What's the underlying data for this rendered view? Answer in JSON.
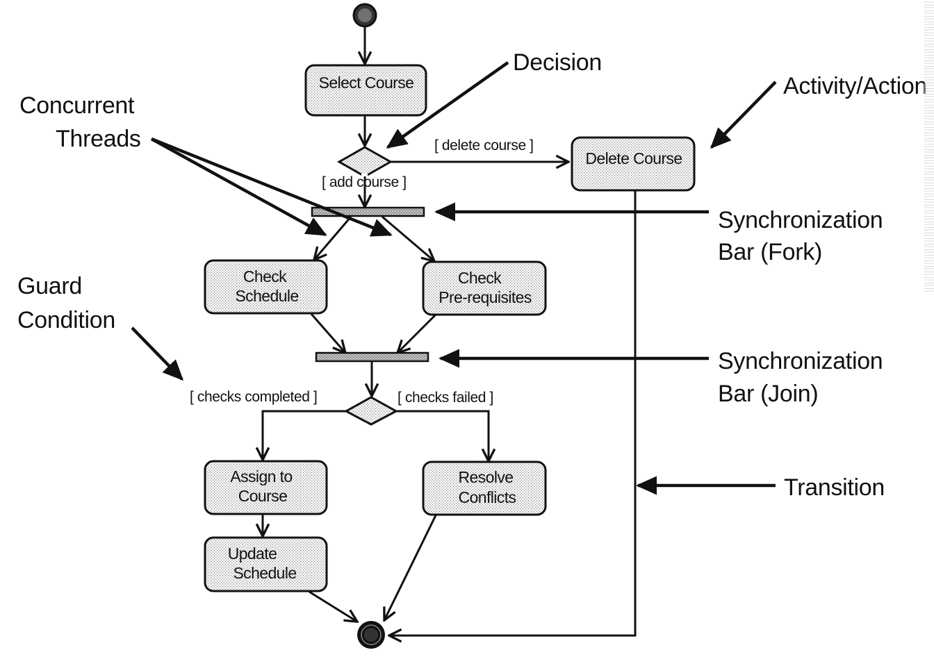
{
  "diagram": {
    "type": "UML Activity Diagram",
    "start_node": "initial-state",
    "end_node": "final-state",
    "activities": [
      {
        "id": "select",
        "lines": [
          "Select Course"
        ]
      },
      {
        "id": "delete",
        "lines": [
          "Delete Course"
        ]
      },
      {
        "id": "check_schedule",
        "lines": [
          "Check",
          "Schedule"
        ]
      },
      {
        "id": "check_prereq",
        "lines": [
          "Check",
          "Pre-requisites"
        ]
      },
      {
        "id": "assign",
        "lines": [
          "Assign to",
          "Course"
        ]
      },
      {
        "id": "resolve",
        "lines": [
          "Resolve",
          "Conflicts"
        ]
      },
      {
        "id": "update",
        "lines": [
          "Update",
          "Schedule"
        ]
      }
    ],
    "decisions": [
      {
        "id": "decision1"
      },
      {
        "id": "decision2"
      }
    ],
    "sync_bars": [
      {
        "id": "fork",
        "kind": "fork"
      },
      {
        "id": "join",
        "kind": "join"
      }
    ],
    "guards": {
      "delete_course": "[ delete course ]",
      "add_course": "[ add course ]",
      "checks_completed": "[ checks completed ]",
      "checks_failed": "[ checks failed ]"
    },
    "transitions": [
      [
        "initial",
        "select"
      ],
      [
        "select",
        "decision1"
      ],
      [
        "decision1",
        "delete",
        "[ delete course ]"
      ],
      [
        "decision1",
        "fork",
        "[ add course ]"
      ],
      [
        "fork",
        "check_schedule"
      ],
      [
        "fork",
        "check_prereq"
      ],
      [
        "check_schedule",
        "join"
      ],
      [
        "check_prereq",
        "join"
      ],
      [
        "join",
        "decision2"
      ],
      [
        "decision2",
        "assign",
        "[ checks completed ]"
      ],
      [
        "decision2",
        "resolve",
        "[ checks failed ]"
      ],
      [
        "assign",
        "update"
      ],
      [
        "update",
        "final"
      ],
      [
        "resolve",
        "final"
      ],
      [
        "delete",
        "final"
      ]
    ]
  },
  "callouts": {
    "decision": [
      "Decision"
    ],
    "activity_action": [
      "Activity/Action"
    ],
    "concurrent_threads": [
      "Concurrent",
      "Threads"
    ],
    "guard_condition": [
      "Guard",
      "Condition"
    ],
    "sync_fork": [
      "Synchronization",
      "Bar (Fork)"
    ],
    "sync_join": [
      "Synchronization",
      "Bar (Join)"
    ],
    "transition": [
      "Transition"
    ]
  },
  "colors": {
    "ink": "#111111",
    "node_fill": "#e4e4e4",
    "bar_fill": "#8a8a8a",
    "background": "#ffffff"
  }
}
